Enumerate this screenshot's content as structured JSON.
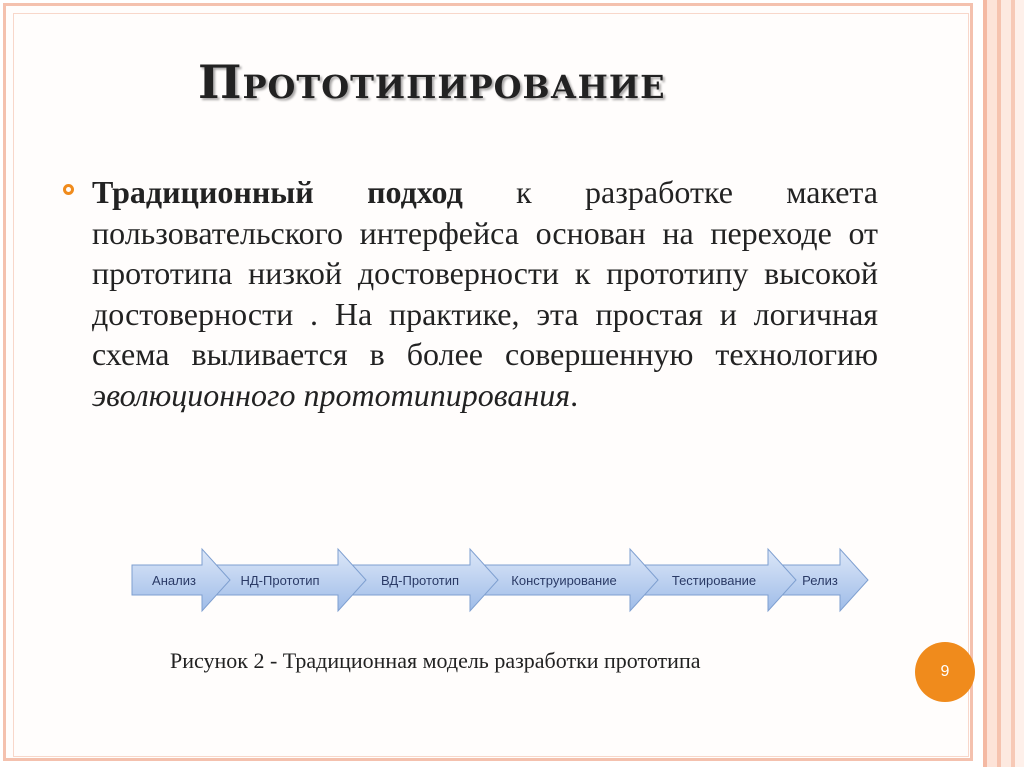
{
  "slide": {
    "title": "Прототипирование",
    "page_number": "9"
  },
  "content": {
    "bold_lead": "Традиционный подход",
    "text_1": " к разработке макета пользовательского интерфейса основан на переходе от прототипа низкой достоверности к прототипу высокой достоверности . На практике, эта простая и логичная схема выливается в более совершенную технологию ",
    "italic_term": "эволюционного прототипирования",
    "text_end": "."
  },
  "flow": {
    "steps": [
      "Анализ",
      "НД-Прототип",
      "ВД-Прототип",
      "Конструирование",
      "Тестирование",
      "Релиз"
    ],
    "colors": {
      "fill": "#a9c4ec",
      "fill_light": "#d6e3f7",
      "stroke": "#7e9fd0",
      "text": "#2a3a66"
    }
  },
  "caption": "Рисунок 2 - Традиционная модель разработки прототипа",
  "colors": {
    "accent": "#f08b1c",
    "frame": "#f4c1ae"
  }
}
